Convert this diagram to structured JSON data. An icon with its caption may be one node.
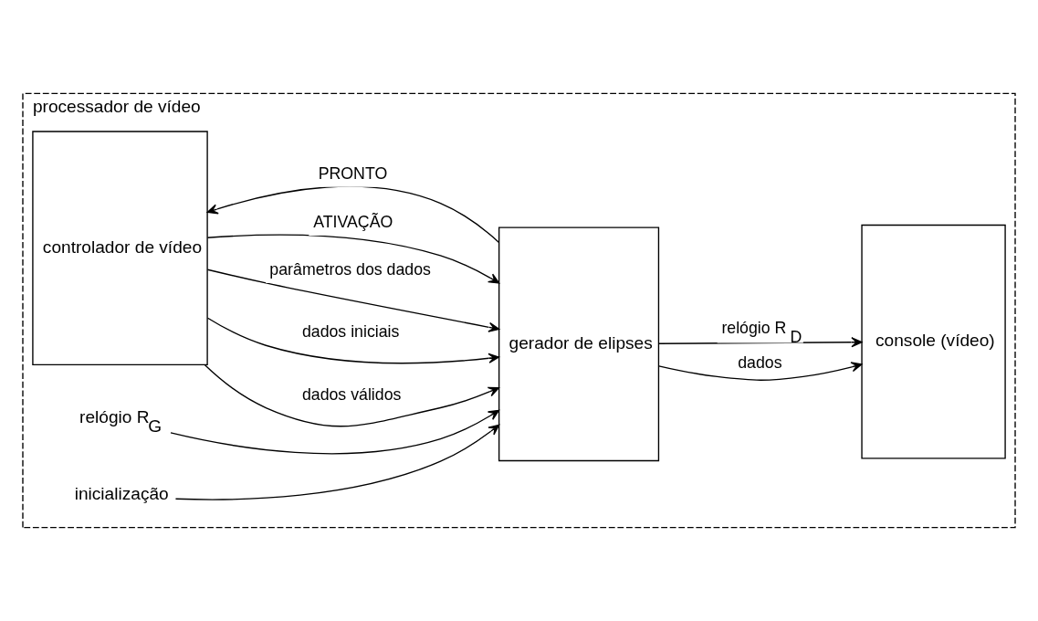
{
  "diagram": {
    "nodes": [
      {
        "text": [
          "processador de vídeo"
        ]
      },
      {
        "text": [
          "controlador de vídeo"
        ],
        "in": 0
      },
      {
        "text": [
          "gerador de elipses"
        ],
        "in": 0
      },
      {
        "text": [
          "console (vídeo)"
        ],
        "in": 0
      },
      {
        "text": [
          "relógio R$_{G}$"
        ],
        "in": 0
      },
      {
        "text": [
          "inicialização"
        ],
        "in": 0
      }
    ],
    "edges": [
      {
        "from": 1,
        "to": 2,
        "arrow": "to",
        "label": "dados válidos"
      },
      {
        "from": 1,
        "to": 2,
        "arrow": "to",
        "label": "dados iniciais"
      },
      {
        "from": 1,
        "to": 2,
        "arrow": "to",
        "label": "parâmetros dos dados"
      },
      {
        "from": 1,
        "to": 2,
        "arrow": "to",
        "label": "ATIVAÇÃO"
      },
      {
        "from": 2,
        "to": 1,
        "arrow": "to",
        "label": "PRONTO"
      },
      {
        "from": 2,
        "to": 3,
        "arrow": "to",
        "label": "dados"
      },
      {
        "from": 2,
        "to": 3,
        "arrow": "to",
        "label": "relógio R$_{D}$"
      },
      {
        "from": 4,
        "to": 2,
        "arrow": "to"
      },
      {
        "from": 5,
        "to": 2,
        "arrow": "to"
      }
    ]
  }
}
